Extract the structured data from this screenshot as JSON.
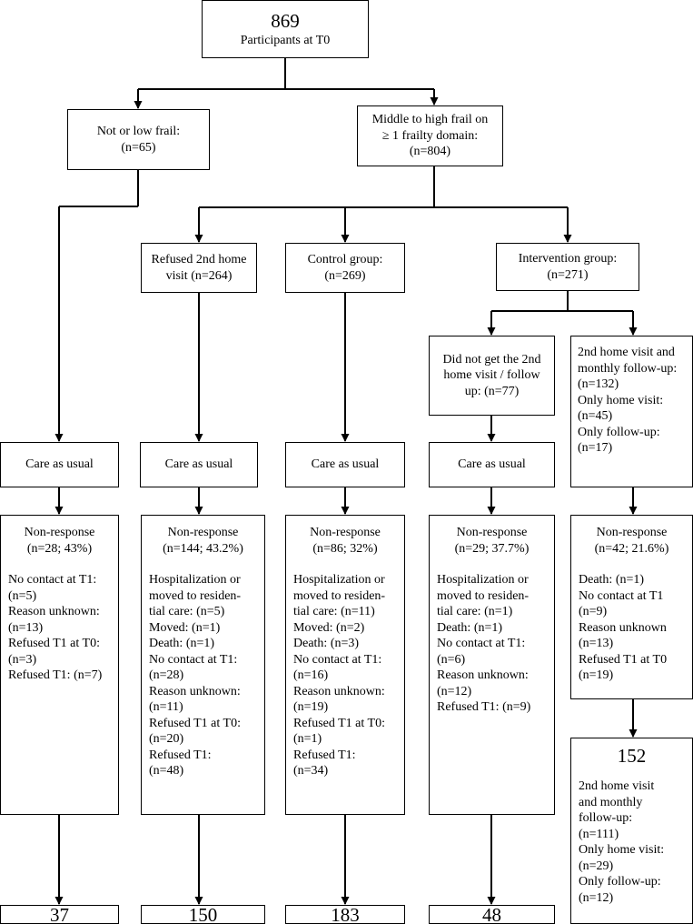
{
  "root": {
    "count": "869",
    "label": "Participants at T0"
  },
  "low_frail": {
    "line1": "Not or low frail:",
    "line2": "(n=65)"
  },
  "high_frail": {
    "line1": "Middle to high frail on",
    "line2": "≥ 1 frailty domain:",
    "line3": "(n=804)"
  },
  "refused": {
    "line1": "Refused 2nd home",
    "line2": "visit (n=264)"
  },
  "control": {
    "line1": "Control group:",
    "line2": "(n=269)"
  },
  "intervention": {
    "line1": "Intervention group:",
    "line2": "(n=271)"
  },
  "no_visit": {
    "line1": "Did not get the 2nd",
    "line2": "home visit / follow",
    "line3": "up: (n=77)"
  },
  "visit": {
    "lines": [
      "2nd home visit and",
      "monthly follow-up:",
      "(n=132)",
      "Only home visit:",
      "(n=45)",
      "Only follow-up:",
      "(n=17)"
    ]
  },
  "care_as_usual": "Care as usual",
  "nonresponse_1": {
    "title": "Non-response",
    "summary": "(n=28; 43%)",
    "details": [
      "No contact at T1:",
      "(n=5)",
      "Reason unknown:",
      "(n=13)",
      "Refused T1 at T0:",
      "(n=3)",
      "Refused T1: (n=7)"
    ]
  },
  "nonresponse_2": {
    "title": "Non-response",
    "summary": "(n=144; 43.2%)",
    "details": [
      "Hospitalization or",
      "moved to residen-",
      "tial care: (n=5)",
      "Moved: (n=1)",
      "Death: (n=1)",
      "No contact at T1:",
      "(n=28)",
      "Reason unknown:",
      "(n=11)",
      "Refused T1 at T0:",
      "(n=20)",
      "Refused T1:",
      "(n=48)"
    ]
  },
  "nonresponse_3": {
    "title": "Non-response",
    "summary": "(n=86; 32%)",
    "details": [
      "Hospitalization or",
      "moved to residen-",
      "tial care: (n=11)",
      "Moved: (n=2)",
      "Death: (n=3)",
      "No contact at T1:",
      "(n=16)",
      "Reason unknown:",
      "(n=19)",
      "Refused T1 at T0:",
      "(n=1)",
      "Refused T1:",
      "(n=34)"
    ]
  },
  "nonresponse_4": {
    "title": "Non-response",
    "summary": "(n=29; 37.7%)",
    "details": [
      "Hospitalization or",
      "moved to residen-",
      "tial care: (n=1)",
      "Death: (n=1)",
      "No contact at T1:",
      "(n=6)",
      "Reason unknown:",
      "(n=12)",
      "Refused T1: (n=9)"
    ]
  },
  "nonresponse_5": {
    "title": "Non-response",
    "summary": "(n=42; 21.6%)",
    "details": [
      "Death: (n=1)",
      "No contact at T1",
      "(n=9)",
      "Reason unknown",
      "(n=13)",
      "Refused T1 at T0",
      "(n=19)"
    ]
  },
  "final": [
    "37",
    "150",
    "183",
    "48"
  ],
  "final_intervention": {
    "count": "152",
    "details": [
      "2nd home visit",
      "and monthly",
      "follow-up:",
      "(n=111)",
      "Only home visit:",
      "(n=29)",
      "Only follow-up:",
      "(n=12)"
    ]
  }
}
